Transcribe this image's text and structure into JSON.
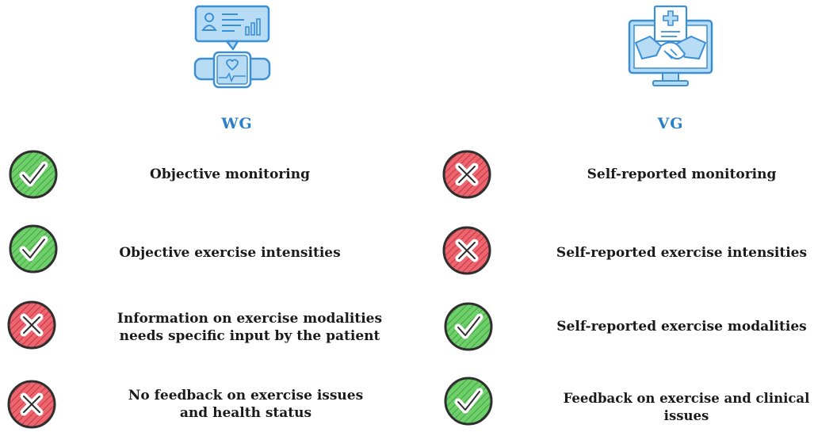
{
  "colors": {
    "accent_blue": "#2a7fc6",
    "icon_blue": "#3a8fd6",
    "icon_fill": "#b9dcf5",
    "check_green": "#5cc35c",
    "cross_red": "#e0505a"
  },
  "groups": [
    {
      "label": "WG",
      "icon": "smartwatch-health-icon",
      "items": [
        {
          "status": "check",
          "text": "Objective monitoring"
        },
        {
          "status": "check",
          "text": "Objective exercise intensities"
        },
        {
          "status": "cross",
          "text": "Information on exercise modalities\nneeds specific input by the patient"
        },
        {
          "status": "cross",
          "text": "No feedback on exercise issues\nand health status"
        }
      ]
    },
    {
      "label": "VG",
      "icon": "telemedicine-handshake-icon",
      "items": [
        {
          "status": "cross",
          "text": "Self-reported monitoring"
        },
        {
          "status": "cross",
          "text": "Self-reported exercise intensities"
        },
        {
          "status": "check",
          "text": "Self-reported exercise modalities"
        },
        {
          "status": "check",
          "text": "Feedback on exercise and clinical issues"
        }
      ]
    }
  ]
}
